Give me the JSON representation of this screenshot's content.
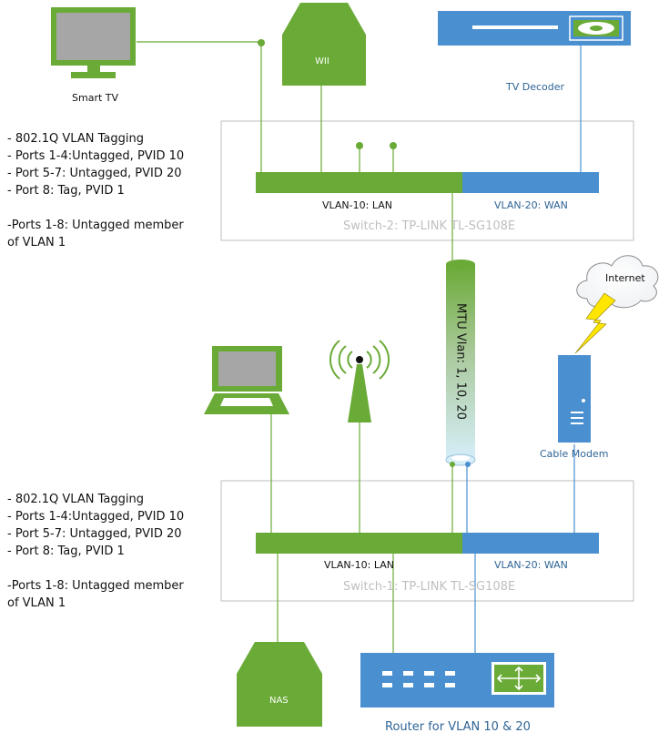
{
  "devices": {
    "smart_tv": "Smart TV",
    "wii": "WII",
    "tv_decoder": "TV Decoder",
    "internet": "Internet",
    "cable_modem": "Cable Modem",
    "nas": "NAS",
    "router": "Router for VLAN 10 & 20"
  },
  "switch2": {
    "name": "Switch-2: TP-LINK TL-SG108E",
    "lan_label": "VLAN-10: LAN",
    "wan_label": "VLAN-20: WAN"
  },
  "switch1": {
    "name": "Switch-1: TP-LINK TL-SG108E",
    "lan_label": "VLAN-10: LAN",
    "wan_label": "VLAN-20: WAN"
  },
  "trunk": {
    "label": "MTU Vlan: 1, 10, 20"
  },
  "notes_top": [
    "- 802.1Q VLAN Tagging",
    "- Ports 1-4:Untagged, PVID 10",
    "- Port 5-7: Untagged, PVID 20",
    "- Port 8: Tag, PVID 1",
    "",
    "-Ports 1-8: Untagged member",
    "of VLAN 1"
  ],
  "notes_bottom": [
    "- 802.1Q VLAN Tagging",
    "- Ports 1-4:Untagged, PVID 10",
    "- Port 5-7: Untagged, PVID 20",
    "- Port 8: Tag, PVID 1",
    "",
    "-Ports 1-8: Untagged member",
    "of VLAN 1"
  ],
  "colors": {
    "green": "#6aaa36",
    "blue": "#4a8fd0",
    "switch_border": "#bfbfbf",
    "switch_text": "#bfbfbf",
    "label_blue": "#2f6496",
    "lightning": "#ffe600"
  }
}
